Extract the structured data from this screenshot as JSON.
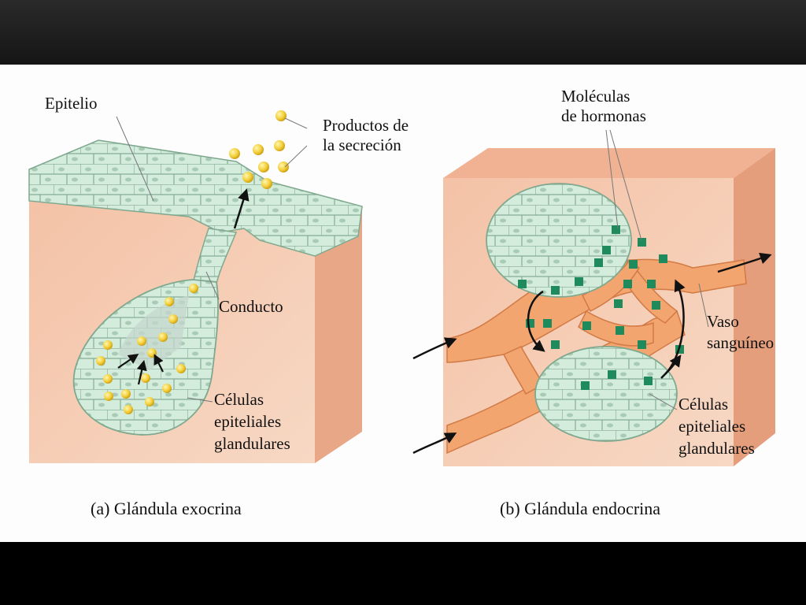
{
  "exocrine": {
    "label_epithelium": "Epitelio",
    "label_products_1": "Productos de",
    "label_products_2": "la secreción",
    "label_duct": "Conducto",
    "label_cells_1": "Células",
    "label_cells_2": "epiteliales",
    "label_cells_3": "glandulares",
    "caption": "(a) Glándula exocrina"
  },
  "endocrine": {
    "label_hormones_1": "Moléculas",
    "label_hormones_2": "de hormonas",
    "label_vessel_1": "Vaso",
    "label_vessel_2": "sanguíneo",
    "label_cells_1": "Células",
    "label_cells_2": "epiteliales",
    "label_cells_3": "glandulares",
    "caption": "(b) Glándula endocrina"
  },
  "colors": {
    "tissue": "#f2b797",
    "tissue_side": "#e59e7c",
    "cell": "#cfe9d8",
    "cell_outline": "#7fa88e",
    "vessel": "#f1a06a",
    "secretion": "#f3cf3a",
    "hormone": "#1f8a5c"
  }
}
